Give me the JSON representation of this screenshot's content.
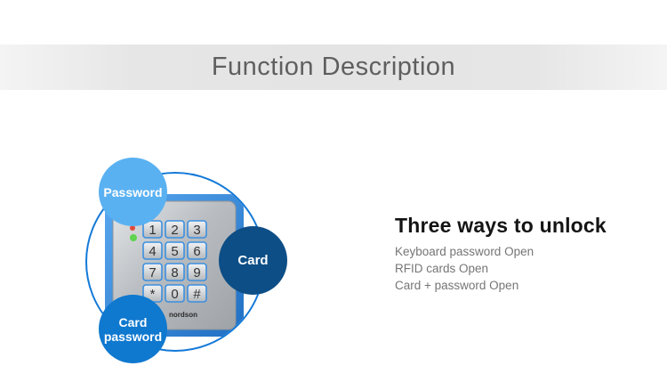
{
  "header": {
    "title": "Function Description"
  },
  "methods": {
    "password": "Password",
    "card": "Card",
    "card_password_line1": "Card",
    "card_password_line2": "password"
  },
  "device": {
    "brand": "nordson",
    "keys": [
      "1",
      "2",
      "3",
      "4",
      "5",
      "6",
      "7",
      "8",
      "9",
      "*",
      "0",
      "#"
    ]
  },
  "info": {
    "title": "Three ways to unlock",
    "lines": [
      "Keyboard password Open",
      "RFID cards Open",
      "Card + password Open"
    ]
  },
  "colors": {
    "password_bubble": "#5ab1f1",
    "card_bubble": "#0d4e86",
    "card_password_bubble": "#0f78cf",
    "ring": "#1379d8",
    "device_frame": "#2f86dc"
  }
}
